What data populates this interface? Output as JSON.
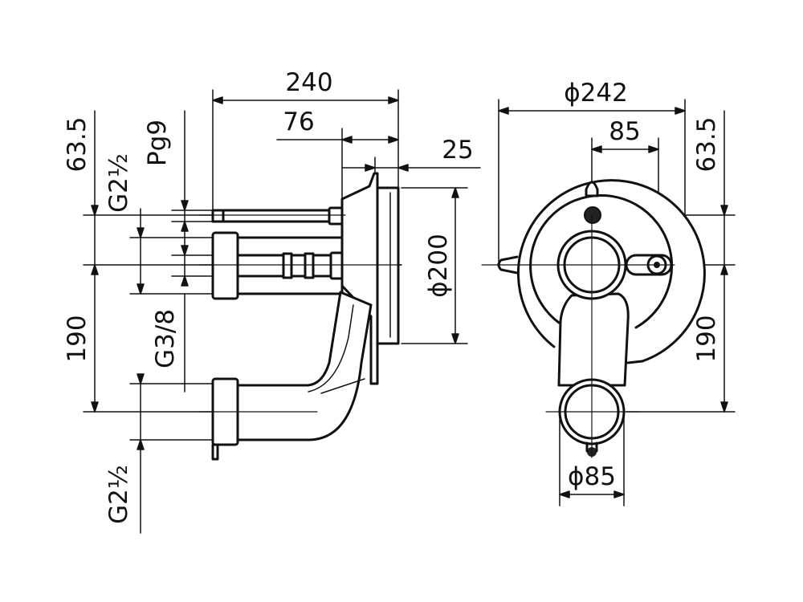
{
  "dimensions": {
    "overall_depth": "240",
    "spindle_depth": "76",
    "flange_thickness": "25",
    "flange_diameter": "ϕ200",
    "cover_diameter": "ϕ242",
    "jet_offset": "85",
    "top_offset_left": "63.5",
    "top_offset_right": "63.5",
    "vertical_spacing_left": "190",
    "vertical_spacing_right": "190",
    "nozzle_diameter": "ϕ85"
  },
  "thread_labels": {
    "pg_gland": "Pg9",
    "upper_connection": "G2½",
    "middle_connection": "G3/8",
    "lower_connection": "G2½"
  },
  "colors": {
    "line": "#111111",
    "background": "#ffffff"
  }
}
